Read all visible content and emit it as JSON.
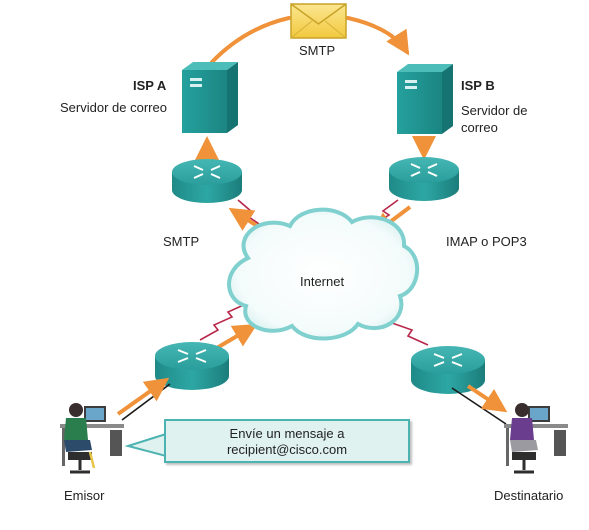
{
  "labels": {
    "smtp_top": "SMTP",
    "isp_a": "ISP A",
    "isp_b": "ISP B",
    "server_a": "Servidor de correo",
    "server_b_line1": "Servidor de",
    "server_b_line2": "correo",
    "smtp_left": "SMTP",
    "imap_pop3": "IMAP o POP3",
    "internet": "Internet",
    "sender": "Emisor",
    "recipient": "Destinatario"
  },
  "callout": {
    "line1": "Envíe un mensaje a",
    "line2": "recipient@cisco.com"
  },
  "colors": {
    "arrow": "#f0923a",
    "router": "#2a9e9c",
    "server": "#1b8582",
    "cloud_edge": "#7fd0ce",
    "serial_link": "#b8284a",
    "callout_border": "#4db3b1",
    "callout_fill": "#dff2f0",
    "envelope": "#f7d55b"
  },
  "icons": {
    "envelope": "envelope-icon",
    "server": "server-icon",
    "router": "router-icon",
    "cloud": "cloud-icon",
    "person": "person-at-computer-icon"
  }
}
